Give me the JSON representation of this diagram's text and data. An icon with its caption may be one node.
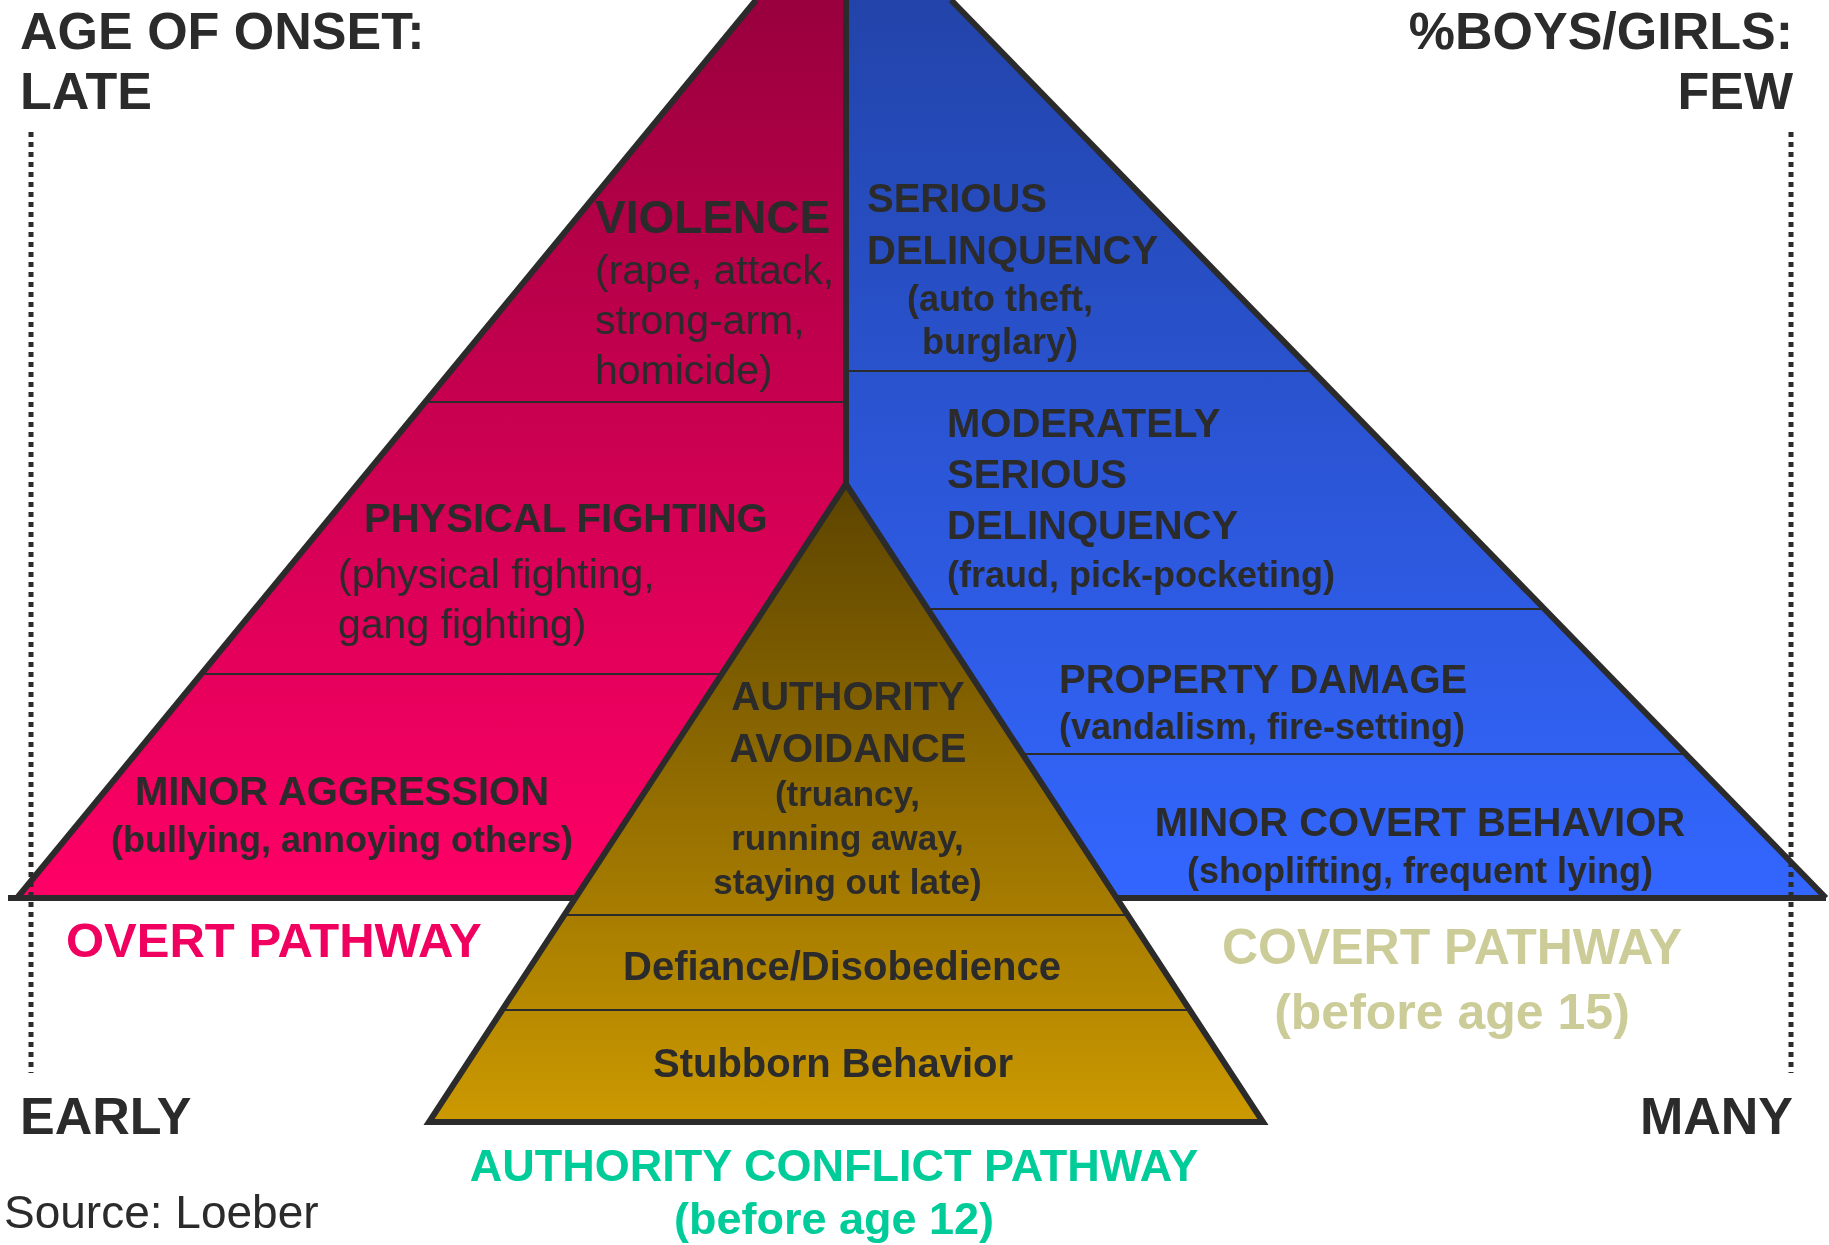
{
  "diagram": {
    "nodes": [
      {
        "text": [
          "VIOLENCE",
          "(rape, attack, strong-arm, homicide)"
        ]
      },
      {
        "text": [
          "SERIOUS DELINQUENCY",
          "(auto theft, burglary)"
        ]
      },
      {
        "text": [
          "PHYSICAL FIGHTING",
          "(physical fighting, gang fighting)"
        ]
      },
      {
        "text": [
          "MODERATELY SERIOUS DELINQUENCY",
          "(fraud, pick-pocketing)"
        ]
      },
      {
        "text": [
          "AUTHORITY AVOIDANCE",
          "(truancy, running away, staying out late)"
        ]
      },
      {
        "text": [
          "PROPERTY DAMAGE",
          "(vandalism, fire-setting)"
        ]
      },
      {
        "text": [
          "MINOR AGGRESSION",
          "(bullying, annoying others)"
        ]
      },
      {
        "text": [
          "MINOR COVERT BEHAVIOR",
          "(shoplifting, frequent lying)"
        ]
      },
      {
        "text": [
          "Defiance/Disobedience"
        ]
      },
      {
        "text": [
          "Stubborn Behavior"
        ]
      }
    ],
    "labels": [
      "AGE OF ONSET:",
      "LATE",
      "%BOYS/GIRLS:",
      "FEW",
      "OVERT PATHWAY",
      "COVERT PATHWAY (before age 15)",
      "EARLY",
      "MANY",
      "AUTHORITY CONFLICT PATHWAY (before age 12)",
      "Source: Loeber"
    ]
  }
}
